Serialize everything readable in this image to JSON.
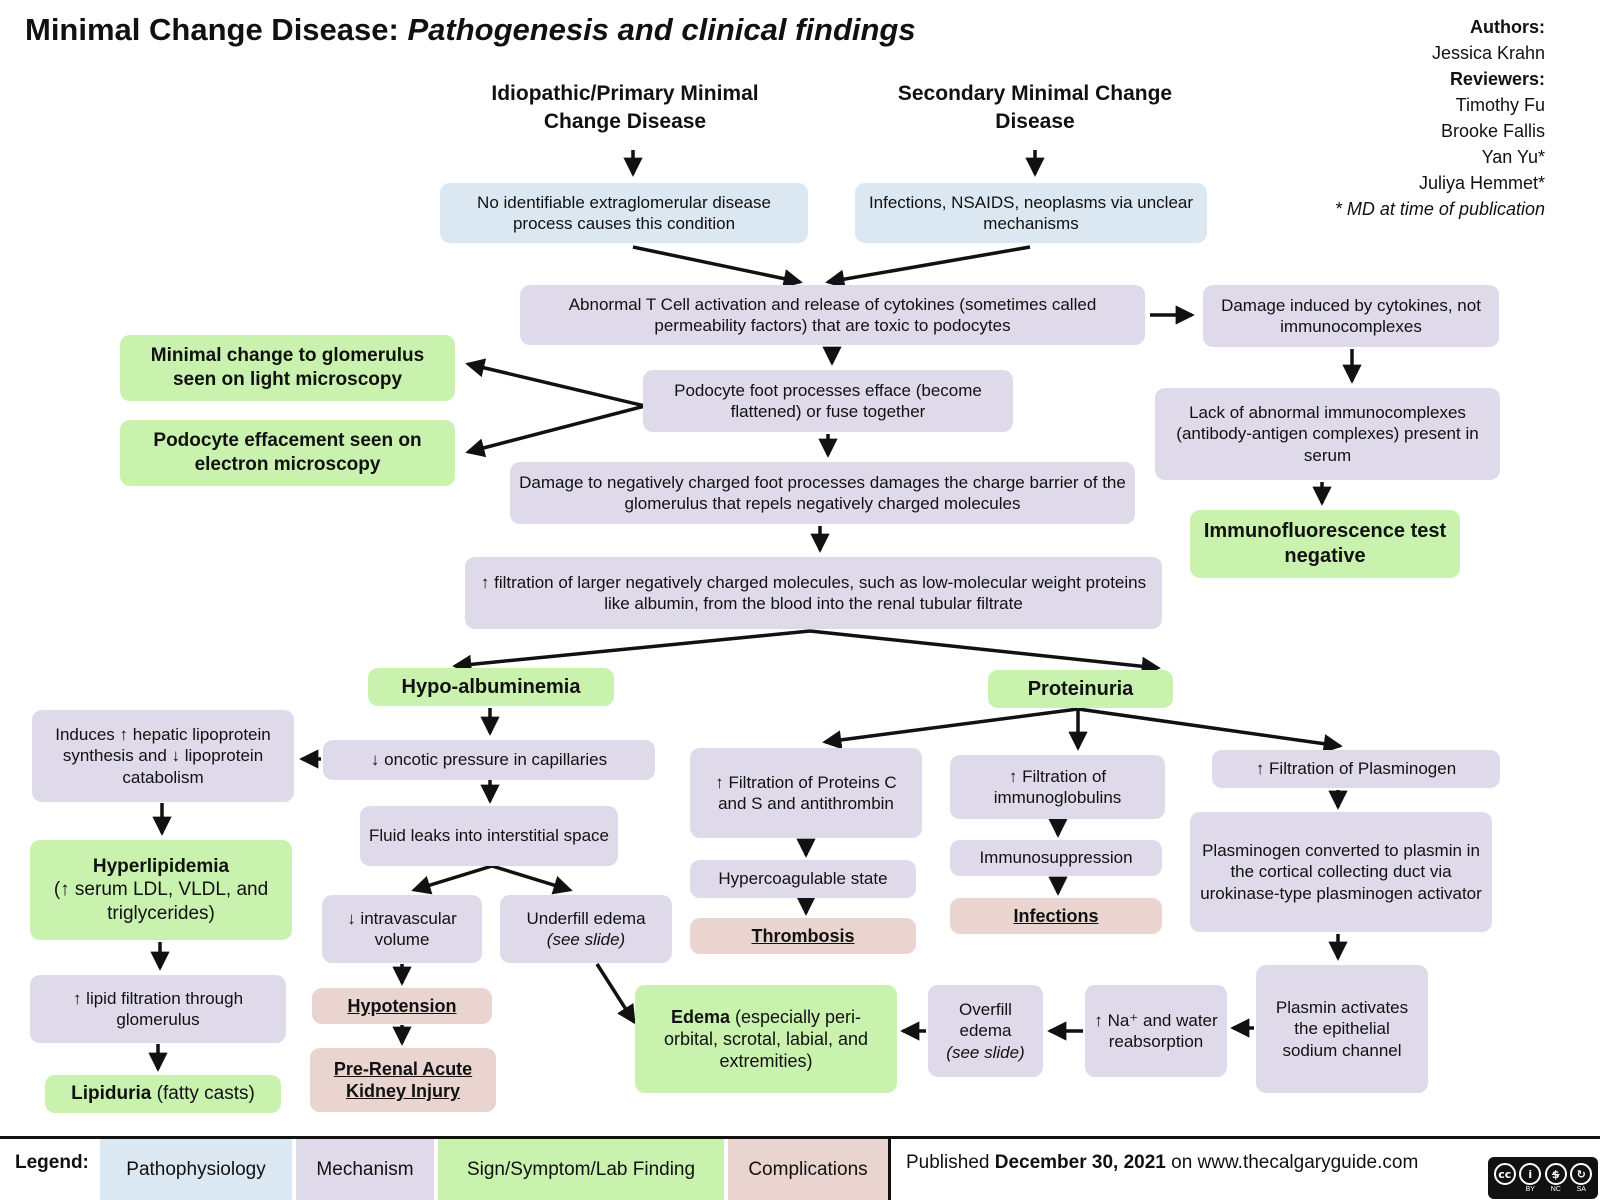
{
  "title": {
    "prefix": "Minimal Change Disease: ",
    "italic": "Pathogenesis and clinical findings"
  },
  "credits": {
    "authors_label": "Authors:",
    "authors": [
      "Jessica Krahn"
    ],
    "reviewers_label": "Reviewers:",
    "reviewers": [
      "Timothy Fu",
      "Brooke Fallis",
      "Yan Yu*",
      "Juliya Hemmet*"
    ],
    "note": "* MD at time of publication"
  },
  "headings": {
    "primary": "Idiopathic/Primary Minimal Change Disease",
    "secondary": "Secondary Minimal Change Disease"
  },
  "nodes": {
    "no_extraglomerular": {
      "text": "No identifiable extraglomerular disease process causes this condition"
    },
    "infections_nsaids": {
      "text": "Infections, NSAIDS, neoplasms via unclear mechanisms"
    },
    "tcell": {
      "text": "Abnormal T Cell activation and release of cytokines (sometimes called permeability factors) that are toxic to podocytes"
    },
    "cytokine_damage": {
      "text": "Damage induced by cytokines, not immunocomplexes"
    },
    "efface": {
      "text": "Podocyte foot processes efface (become flattened) or fuse together"
    },
    "light_microscopy": {
      "text": "Minimal change to glomerulus seen on light microscopy"
    },
    "electron_microscopy": {
      "text": "Podocyte effacement seen on electron microscopy"
    },
    "charge_barrier": {
      "text": "Damage to negatively charged foot processes damages the charge barrier of the glomerulus that repels negatively charged molecules"
    },
    "filtration": {
      "text": "↑ filtration of larger negatively charged molecules, such as low-molecular weight proteins like albumin, from the blood into the renal tubular filtrate"
    },
    "lack_immunocomplexes": {
      "text": "Lack of abnormal immunocomplexes (antibody-antigen complexes) present in serum"
    },
    "immunofluorescence": {
      "text": "Immunofluorescence test negative"
    },
    "hypoalbuminemia": {
      "text": "Hypo-albuminemia"
    },
    "proteinuria": {
      "text": "Proteinuria"
    },
    "induces_hepatic": {
      "text": "Induces ↑ hepatic lipoprotein synthesis and ↓ lipoprotein catabolism"
    },
    "oncotic": {
      "text": "↓ oncotic pressure in capillaries"
    },
    "hyperlipidemia": {
      "lead": "Hyperlipidemia",
      "rest": "(↑ serum LDL, VLDL, and triglycerides)"
    },
    "lipid_filtration": {
      "text": "↑ lipid filtration through glomerulus"
    },
    "lipiduria": {
      "lead": "Lipiduria",
      "rest": " (fatty casts)"
    },
    "fluid_leaks": {
      "text": "Fluid leaks into interstitial space"
    },
    "intravascular": {
      "text": "↓ intravascular volume"
    },
    "underfill": {
      "text": "Underfill edema",
      "note": "(see slide)"
    },
    "hypotension": {
      "text": "Hypotension"
    },
    "prerenal_aki": {
      "text": "Pre-Renal Acute Kidney Injury"
    },
    "proteins_cs": {
      "text": "↑ Filtration of Proteins C and S and antithrombin"
    },
    "hypercoagulable": {
      "text": "Hypercoagulable state"
    },
    "thrombosis": {
      "text": "Thrombosis"
    },
    "immunoglobulins": {
      "text": "↑ Filtration of immunoglobulins"
    },
    "immunosuppression": {
      "text": "Immunosuppression"
    },
    "infections": {
      "text": "Infections"
    },
    "plasminogen_filtration": {
      "text": "↑ Filtration of Plasminogen"
    },
    "plasminogen_converted": {
      "text": "Plasminogen converted to plasmin in the cortical collecting duct via urokinase-type plasminogen activator"
    },
    "plasmin_activates": {
      "text": "Plasmin activates the epithelial sodium channel"
    },
    "na_water": {
      "text": "↑ Na⁺ and water reabsorption"
    },
    "overfill": {
      "text": "Overfill edema",
      "note": "(see slide)"
    },
    "edema": {
      "lead": "Edema",
      "rest": " (especially peri-orbital, scrotal, labial, and extremities)"
    }
  },
  "legend": {
    "label": "Legend:",
    "items": [
      {
        "label": "Pathophysiology",
        "color": "#dbe8f1"
      },
      {
        "label": "Mechanism",
        "color": "#dedaea"
      },
      {
        "label": "Sign/Symptom/Lab Finding",
        "color": "#c8f2ad"
      },
      {
        "label": "Complications",
        "color": "#e9d4cf"
      }
    ]
  },
  "footer": {
    "published_prefix": "Published",
    "published_date": "December 30, 2021",
    "published_suffix": "on www.thecalgaryguide.com",
    "license": "CC BY-NC-SA",
    "license_icons": {
      "cc": "cc",
      "by": "BY",
      "nc": "NC",
      "sa": "SA"
    }
  },
  "colors": {
    "pathophysiology": "#dbe8f1",
    "mechanism": "#dedaea",
    "finding": "#c8f2ad",
    "complication": "#e9d4cf",
    "arrow": "#111111"
  }
}
